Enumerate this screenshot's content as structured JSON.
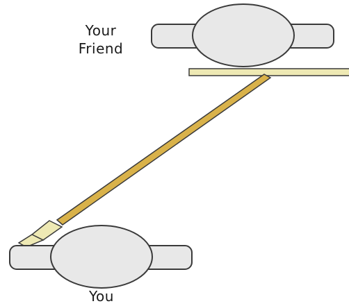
{
  "labels": {
    "friend_line1": "Your",
    "friend_line2": "Friend",
    "you": "You"
  },
  "colors": {
    "person_fill": "#e8e8e8",
    "person_stroke": "#3a3a3a",
    "table_fill": "#eee9b4",
    "rod_fill": "#d9b24a",
    "rod_stroke": "#3a3a3a",
    "label_text": "#1a1a1a",
    "background": "#ffffff"
  },
  "icons": {
    "friend": "person-top-view-icon",
    "you": "person-top-view-icon"
  }
}
